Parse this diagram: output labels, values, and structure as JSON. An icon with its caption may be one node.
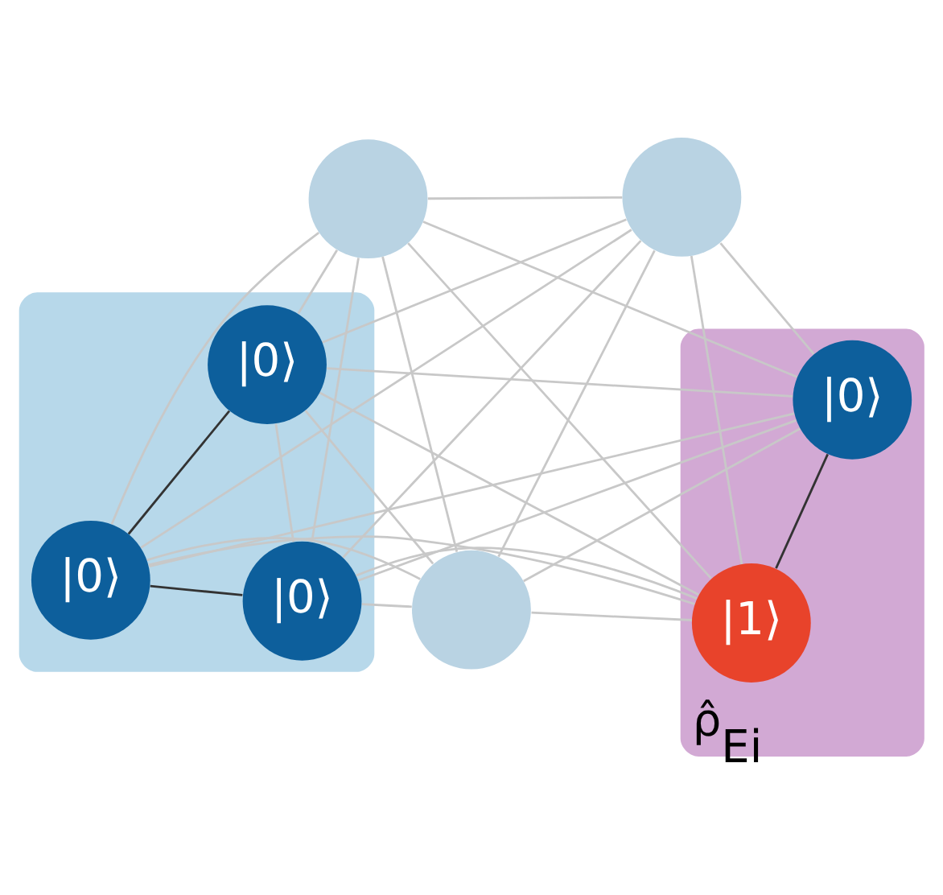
{
  "diagram": {
    "nodes": [
      {
        "text": [],
        "shape": "circle"
      },
      {
        "text": [],
        "shape": "circle"
      },
      {
        "text": [],
        "shape": "circle"
      },
      {
        "text": [],
        "shape": "band"
      },
      {
        "text": [
          "|0⟩"
        ],
        "in": 3
      },
      {
        "text": [],
        "shape": "band",
        "beside": [
          "ρ̂$_{Ei}$"
        ]
      },
      {
        "text": [
          "|1⟩"
        ],
        "in": 5
      },
      {
        "text": [
          "|0⟩"
        ],
        "in": 3
      },
      {
        "text": [
          "|0⟩"
        ],
        "in": 5
      },
      {
        "text": [
          "|0⟩"
        ],
        "in": 3
      }
    ],
    "edges": [
      {
        "from": 0,
        "to": 1,
        "arrow": "none"
      },
      {
        "from": 0,
        "to": 2,
        "arrow": "none"
      },
      {
        "from": 0,
        "to": 4,
        "arrow": "none"
      },
      {
        "from": 0,
        "to": 6,
        "arrow": "none"
      },
      {
        "from": 0,
        "to": 7,
        "arrow": "none"
      },
      {
        "from": 0,
        "to": 8,
        "arrow": "none"
      },
      {
        "from": 0,
        "to": 9,
        "arrow": "none"
      },
      {
        "from": 1,
        "to": 2,
        "arrow": "none"
      },
      {
        "from": 1,
        "to": 4,
        "arrow": "none"
      },
      {
        "from": 1,
        "to": 6,
        "arrow": "none"
      },
      {
        "from": 1,
        "to": 7,
        "arrow": "none"
      },
      {
        "from": 1,
        "to": 8,
        "arrow": "none"
      },
      {
        "from": 1,
        "to": 9,
        "arrow": "none"
      },
      {
        "from": 2,
        "to": 4,
        "arrow": "none"
      },
      {
        "from": 2,
        "to": 6,
        "arrow": "none"
      },
      {
        "from": 2,
        "to": 7,
        "arrow": "none"
      },
      {
        "from": 2,
        "to": 8,
        "arrow": "none"
      },
      {
        "from": 2,
        "to": 9,
        "arrow": "none"
      },
      {
        "from": 4,
        "to": 6,
        "arrow": "none"
      },
      {
        "from": 4,
        "to": 7,
        "arrow": "none",
        "color": "#333333"
      },
      {
        "from": 4,
        "to": 8,
        "arrow": "none"
      },
      {
        "from": 4,
        "to": 9,
        "arrow": "none"
      },
      {
        "from": 6,
        "to": 7,
        "arrow": "none"
      },
      {
        "from": 6,
        "to": 8,
        "arrow": "none",
        "color": "#333333"
      },
      {
        "from": 6,
        "to": 9,
        "arrow": "none"
      },
      {
        "from": 7,
        "to": 8,
        "arrow": "none"
      },
      {
        "from": 7,
        "to": 9,
        "arrow": "none",
        "color": "#333333"
      },
      {
        "from": 8,
        "to": 9,
        "arrow": "none"
      }
    ]
  }
}
